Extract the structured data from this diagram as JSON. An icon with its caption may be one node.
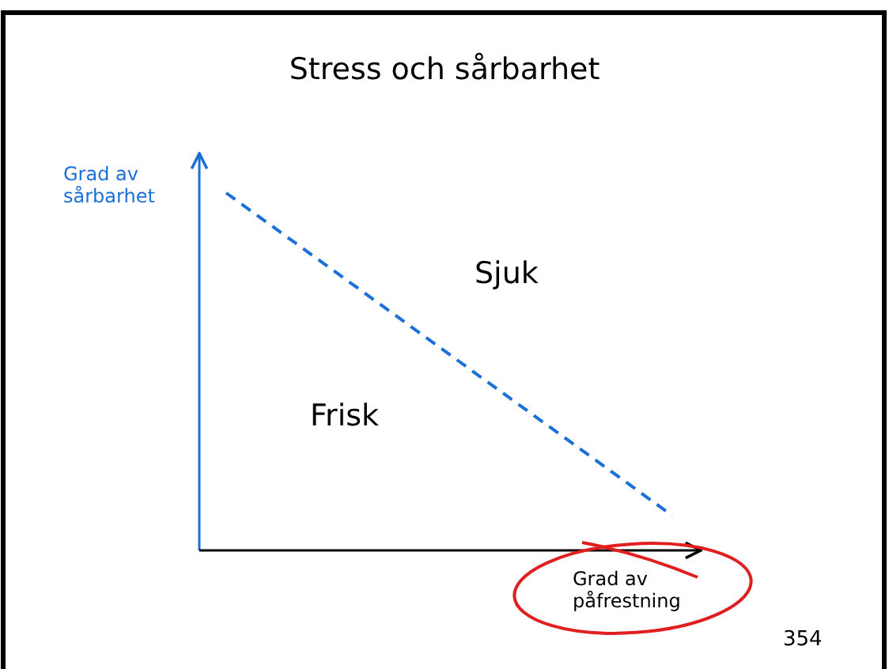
{
  "diagram": {
    "title": "Stress och sårbarhet",
    "labels": [
      "Grad av sårbarhet",
      "Sjuk",
      "Frisk",
      "Grad av påfrestning",
      "354"
    ]
  }
}
